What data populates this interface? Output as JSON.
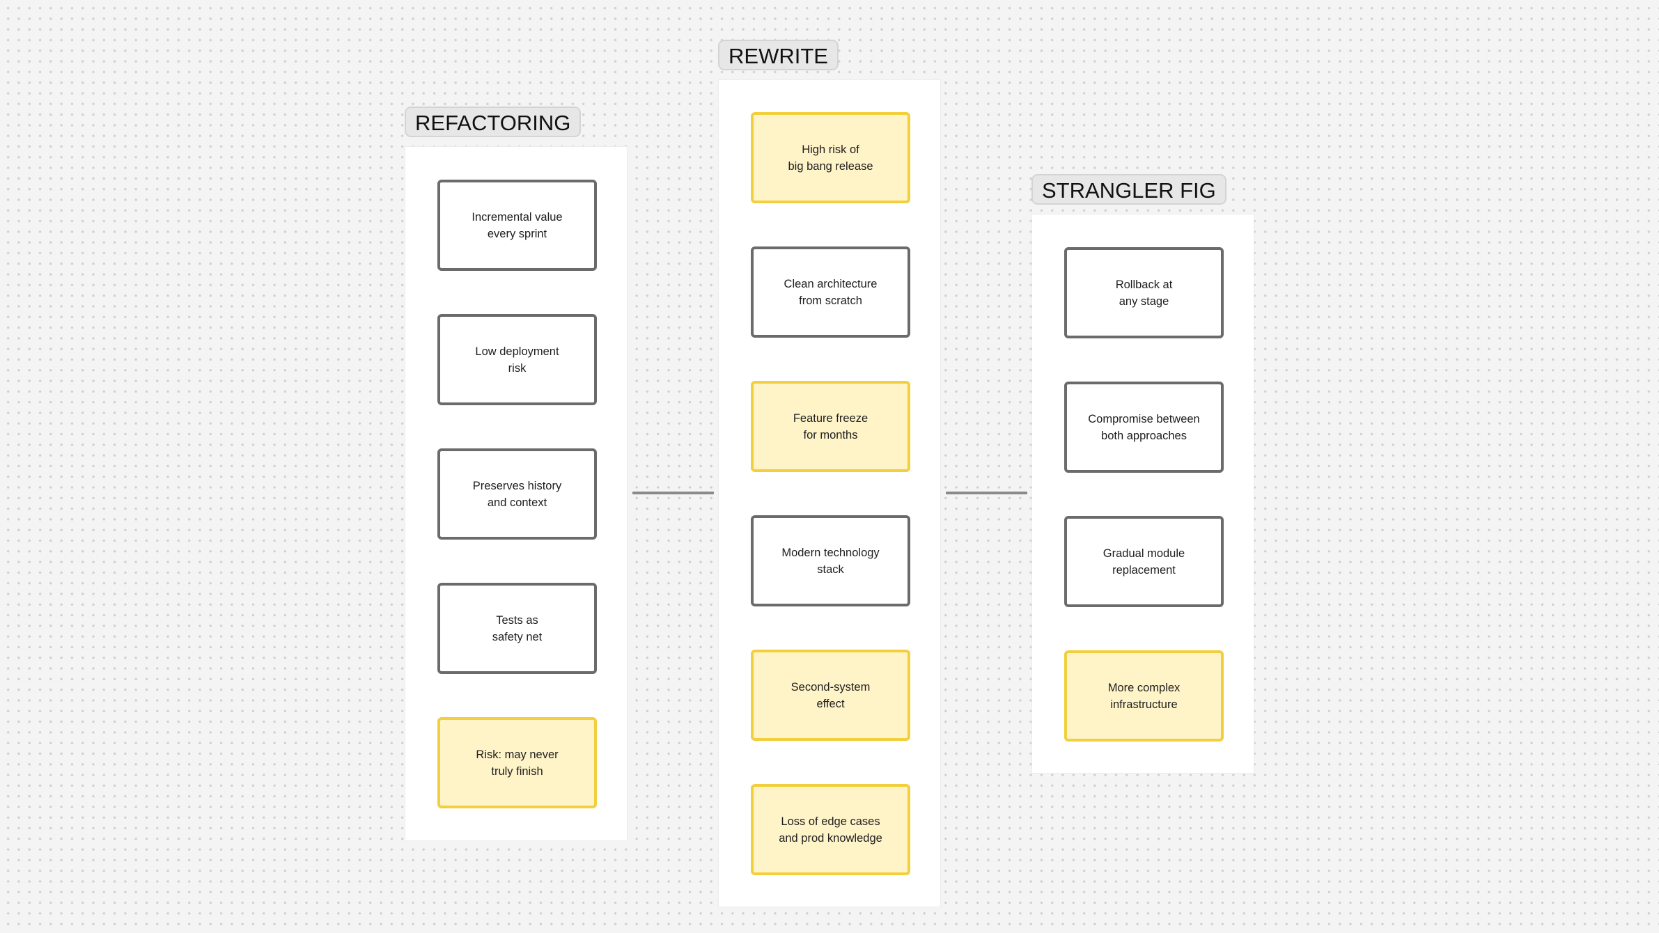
{
  "columns": [
    {
      "id": "refactoring",
      "label": "REFACTORING",
      "cards": [
        {
          "text": "Incremental value\nevery sprint",
          "kind": "neutral"
        },
        {
          "text": "Low deployment\nrisk",
          "kind": "neutral"
        },
        {
          "text": "Preserves history\nand context",
          "kind": "neutral"
        },
        {
          "text": "Tests as\nsafety net",
          "kind": "neutral"
        },
        {
          "text": "Risk: may never\ntruly finish",
          "kind": "warning"
        }
      ]
    },
    {
      "id": "rewrite",
      "label": "REWRITE",
      "cards": [
        {
          "text": "High risk of\nbig bang release",
          "kind": "warning"
        },
        {
          "text": "Clean architecture\nfrom scratch",
          "kind": "neutral"
        },
        {
          "text": "Feature freeze\nfor months",
          "kind": "warning"
        },
        {
          "text": "Modern technology\nstack",
          "kind": "neutral"
        },
        {
          "text": "Second-system\neffect",
          "kind": "warning"
        },
        {
          "text": "Loss of edge cases\nand prod knowledge",
          "kind": "warning"
        }
      ]
    },
    {
      "id": "strangler-fig",
      "label": "STRANGLER FIG",
      "cards": [
        {
          "text": "Rollback at\nany stage",
          "kind": "neutral"
        },
        {
          "text": "Compromise between\nboth approaches",
          "kind": "neutral"
        },
        {
          "text": "Gradual module\nreplacement",
          "kind": "neutral"
        },
        {
          "text": "More complex\ninfrastructure",
          "kind": "warning"
        }
      ]
    }
  ],
  "colors": {
    "neutral_border": "#6b6b6b",
    "warning_border": "#f2cf3c",
    "warning_fill": "#fff3c8",
    "connector": "#8a8a8a",
    "panel": "#ffffff",
    "label_chip": "#e7e7e7"
  }
}
